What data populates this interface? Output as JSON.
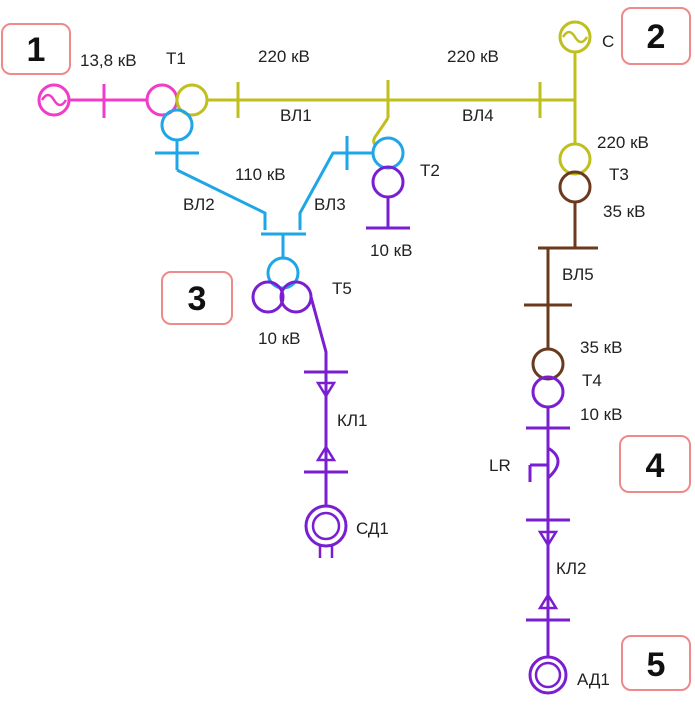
{
  "colors": {
    "pink": "#f03cc8",
    "olive": "#bfbf1e",
    "blue": "#1ea6e6",
    "purple": "#7a1ed2",
    "brown": "#6b3a1e",
    "badge_border": "#ee8a8a"
  },
  "badges": {
    "b1": "1",
    "b2": "2",
    "b3": "3",
    "b4": "4",
    "b5": "5"
  },
  "labels": {
    "v13_8": "13,8 кВ",
    "t1": "Т1",
    "v220_a": "220 кВ",
    "v220_b": "220 кВ",
    "vl1": "ВЛ1",
    "vl4": "ВЛ4",
    "c": "С",
    "v220_c": "220 кВ",
    "t3": "Т3",
    "v35_a": "35 кВ",
    "v110": "110 кВ",
    "t2": "Т2",
    "vl2": "ВЛ2",
    "vl3": "ВЛ3",
    "v10_a": "10 кВ",
    "t5": "Т5",
    "v10_b": "10 кВ",
    "vl5": "ВЛ5",
    "v35_b": "35 кВ",
    "t4": "Т4",
    "v10_c": "10 кВ",
    "lr": "LR",
    "kl1": "КЛ1",
    "sd1": "СД1",
    "kl2": "КЛ2",
    "ad1": "АД1"
  }
}
